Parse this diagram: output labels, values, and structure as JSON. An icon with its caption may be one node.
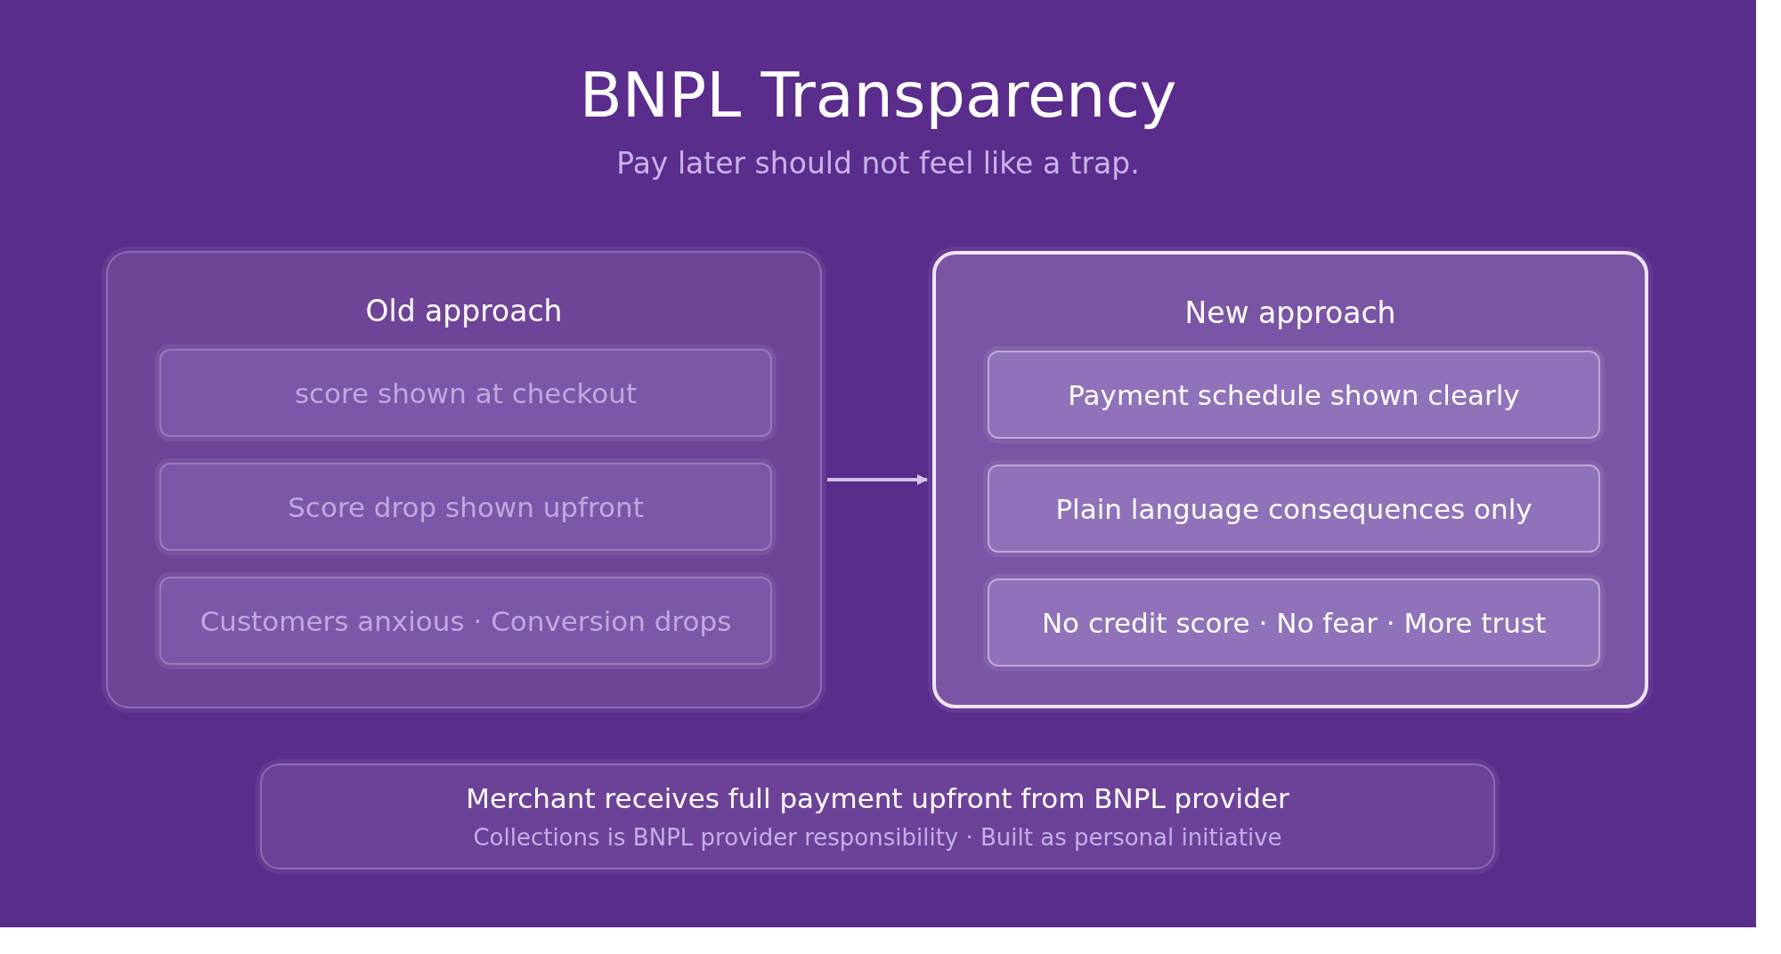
{
  "diagram": {
    "title": "BNPL Transparency",
    "caption": "Pay later should not feel like a trap.",
    "nodes": [
      {
        "text": [
          "Old approach"
        ]
      },
      {
        "text": [
          "score shown at checkout"
        ],
        "in": 0
      },
      {
        "text": [
          "Score drop shown upfront"
        ],
        "in": 0
      },
      {
        "text": [
          "Customers anxious · Conversion drops"
        ],
        "in": 0
      },
      {
        "text": [
          "New approach"
        ]
      },
      {
        "text": [
          "Payment schedule shown clearly"
        ],
        "in": 4
      },
      {
        "text": [
          "Plain language consequences only"
        ],
        "in": 4
      },
      {
        "text": [
          "No credit score · No fear · More trust"
        ],
        "in": 4
      },
      {
        "text": [
          "Merchant receives full payment upfront from BNPL provider",
          "Collections is BNPL provider responsibility · Built as personal initiative"
        ]
      }
    ],
    "edges": [
      {
        "from": 0,
        "to": 4,
        "arrow": "to"
      }
    ]
  }
}
